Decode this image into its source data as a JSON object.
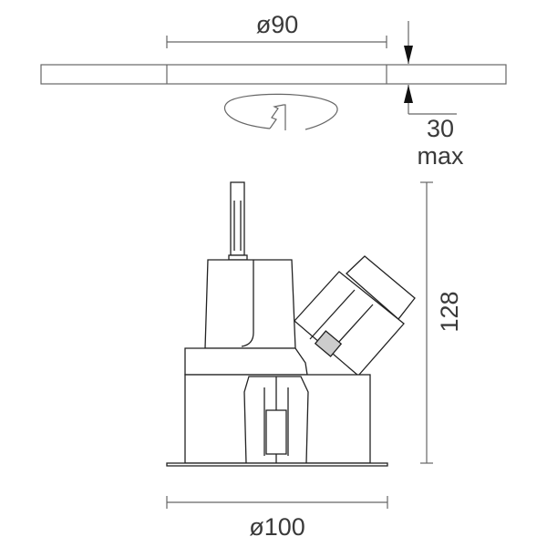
{
  "dimensions": {
    "cutout_diameter": "ø90",
    "ceiling_thickness_value": "30",
    "ceiling_thickness_unit": "max",
    "height": "128",
    "outer_diameter": "ø100"
  },
  "colors": {
    "line": "#444444",
    "dim": "#666666",
    "fill": "#ffffff"
  }
}
